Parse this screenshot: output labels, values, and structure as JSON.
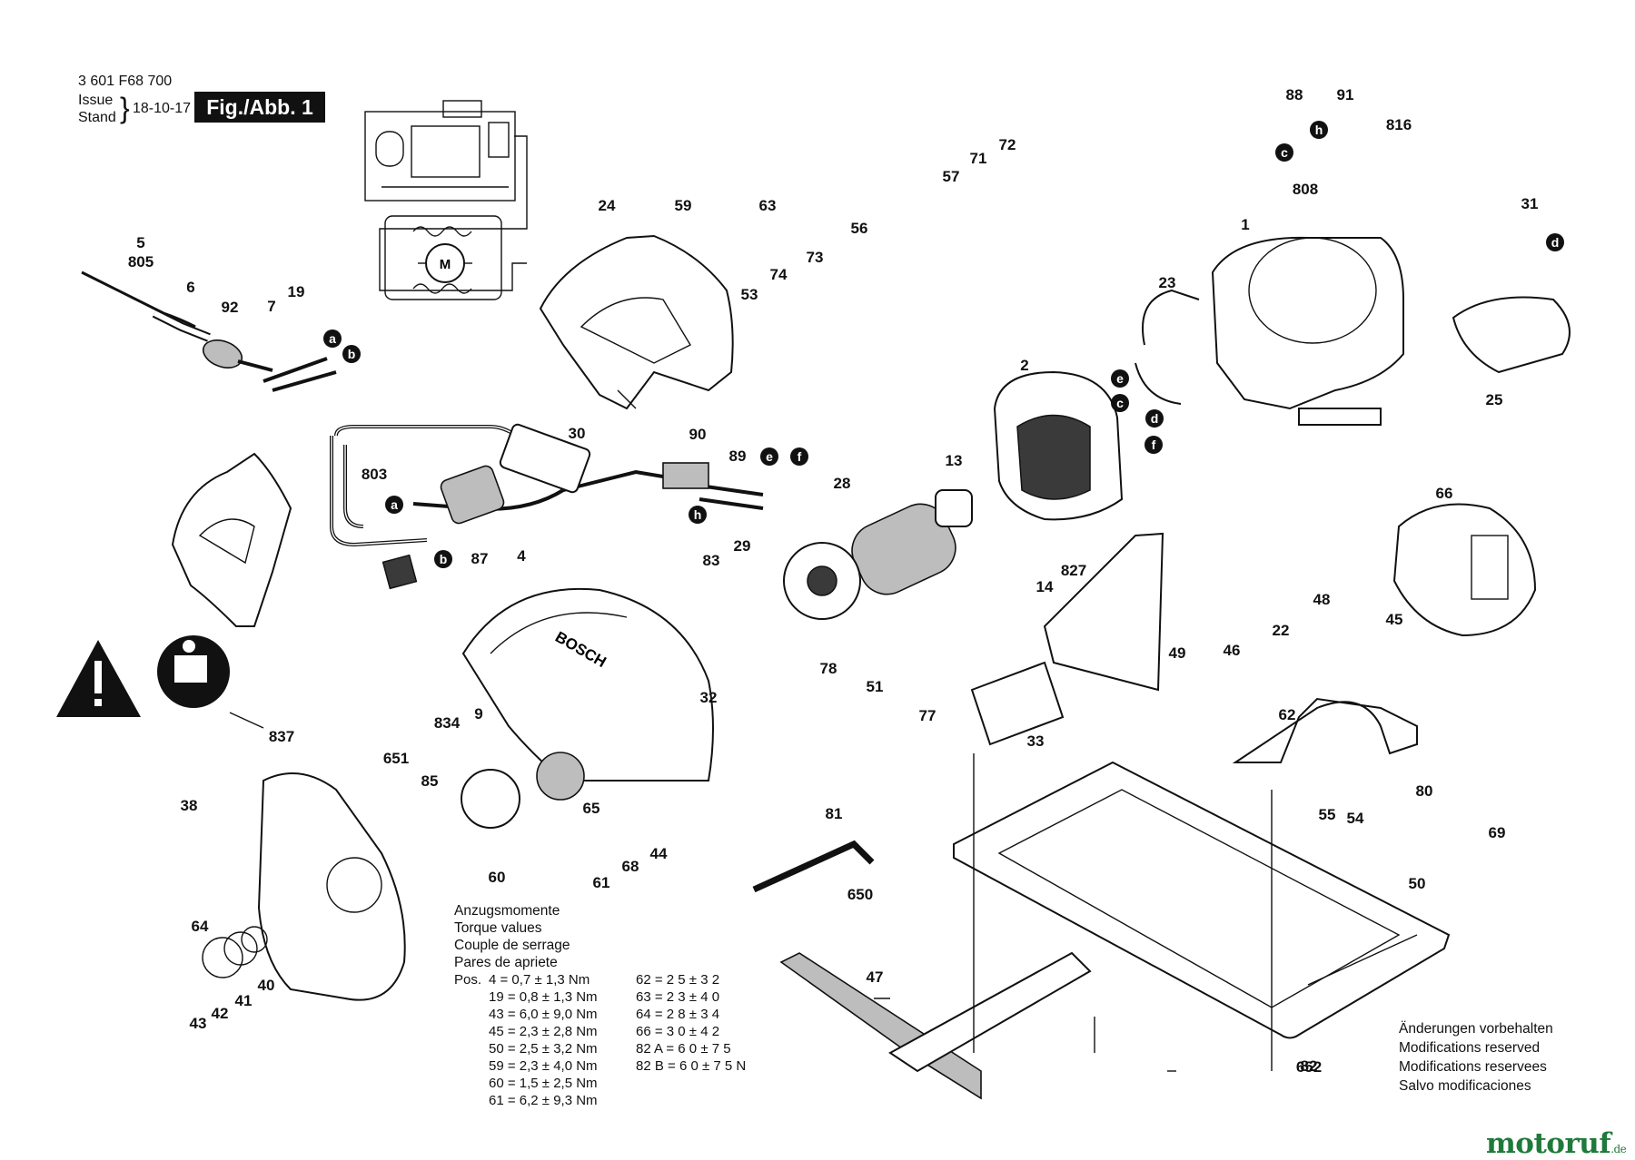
{
  "header": {
    "part_number": "3 601 F68 700",
    "issue_label": "Issue",
    "stand_label": "Stand",
    "date": "18-10-17",
    "figure_label": "Fig./Abb. 1"
  },
  "part_labels": [
    "5",
    "805",
    "6",
    "92",
    "7",
    "19",
    "24",
    "59",
    "63",
    "56",
    "57",
    "71",
    "72",
    "73",
    "74",
    "53",
    "88",
    "91",
    "816",
    "808",
    "1",
    "31",
    "23",
    "25",
    "2",
    "13",
    "28",
    "803",
    "30",
    "90",
    "89",
    "29",
    "87",
    "4",
    "83",
    "827",
    "14",
    "66",
    "48",
    "22",
    "46",
    "49",
    "45",
    "51",
    "78",
    "77",
    "32",
    "33",
    "62",
    "80",
    "69",
    "54",
    "55",
    "50",
    "81",
    "47",
    "650",
    "652",
    "82",
    "651",
    "834",
    "9",
    "85",
    "65",
    "60",
    "68",
    "61",
    "44",
    "837",
    "38",
    "64",
    "43",
    "42",
    "41",
    "40"
  ],
  "connector_letters": [
    "a",
    "b",
    "c",
    "d",
    "e",
    "f",
    "h"
  ],
  "torque": {
    "titles": [
      "Anzugsmomente",
      "Torque values",
      "Couple de serrage",
      "Pares de apriete"
    ],
    "pos_label": "Pos.",
    "rows_left": [
      "4 = 0,7 ± 1,3 Nm",
      "19 = 0,8 ± 1,3 Nm",
      "43 = 6,0 ± 9,0 Nm",
      "45 = 2,3 ± 2,8 Nm",
      "50 = 2,5 ± 3,2 Nm",
      "59 = 2,3 ± 4,0 Nm",
      "60 = 1,5 ± 2,5 Nm",
      "61 = 6,2 ± 9,3 Nm"
    ],
    "rows_right": [
      "62 = 2 5 ± 3 2",
      "63 = 2 3 ± 4 0",
      "64 = 2 8 ± 3 4",
      "66 = 3 0 ± 4 2",
      "82 A = 6 0 ± 7 5",
      "82 B = 6 0 ± 7 5 N"
    ]
  },
  "notes": [
    "Änderungen vorbehalten",
    "Modifications reserved",
    "Modifications reservees",
    "Salvo modificaciones"
  ],
  "brand_on_guard": "BOSCH",
  "motor_symbol": "M",
  "watermark": {
    "name": "motoruf",
    "suffix": ".de",
    "color": "#1f7a3a"
  },
  "icons": [
    "warning-triangle-icon",
    "read-manual-icon"
  ]
}
